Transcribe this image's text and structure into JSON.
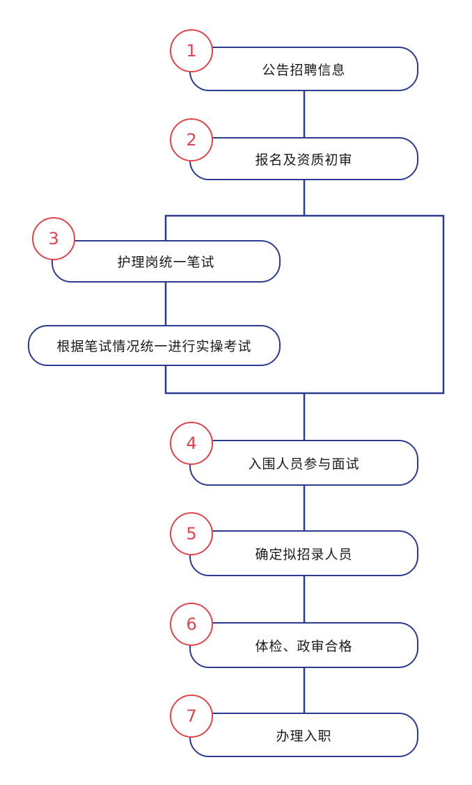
{
  "colors": {
    "line": "#2b3a8f",
    "badge": "#e0434d",
    "text": "#1a1a1a"
  },
  "steps": [
    {
      "number": "1",
      "label": "公告招聘信息"
    },
    {
      "number": "2",
      "label": "报名及资质初审"
    },
    {
      "number": "3",
      "label": "护理岗统一笔试"
    },
    {
      "number": "",
      "label": "根据笔试情况统一进行实操考试"
    },
    {
      "number": "4",
      "label": "入围人员参与面试"
    },
    {
      "number": "5",
      "label": "确定拟招录人员"
    },
    {
      "number": "6",
      "label": "体检、政审合格"
    },
    {
      "number": "7",
      "label": "办理入职"
    }
  ]
}
